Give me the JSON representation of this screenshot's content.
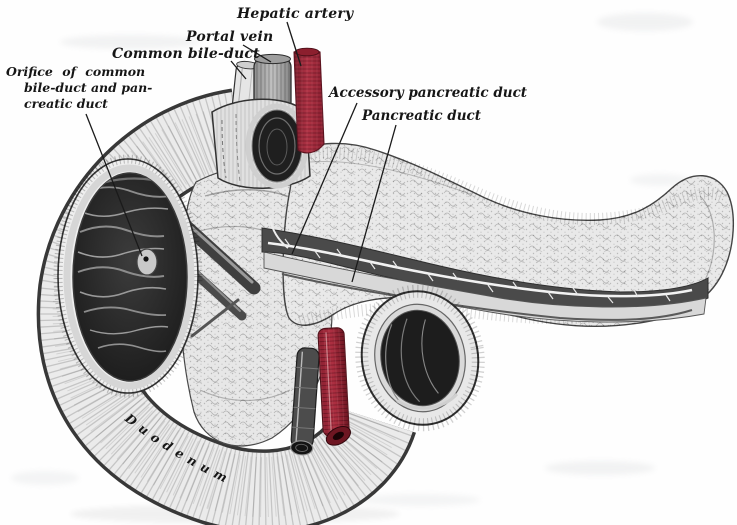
{
  "figure": {
    "type": "anatomical-engraving",
    "subject": "The pancreas and duodenum",
    "background_color": "#fefefe",
    "ink_color": "#1c1c1c",
    "artery_red": "#a62c3c",
    "labels": {
      "hepatic_artery": "Hepatic artery",
      "portal_vein": "Portal vein",
      "common_bile_duct": "Common bile-duct",
      "orifice_line1": "Orifice of common",
      "orifice_line2": "bile-duct and pan-",
      "orifice_line3": "creatic duct",
      "accessory_pancreatic_duct": "Accessory pancreatic duct",
      "pancreatic_duct": "Pancreatic duct",
      "duodenum": "Duodenum"
    }
  }
}
